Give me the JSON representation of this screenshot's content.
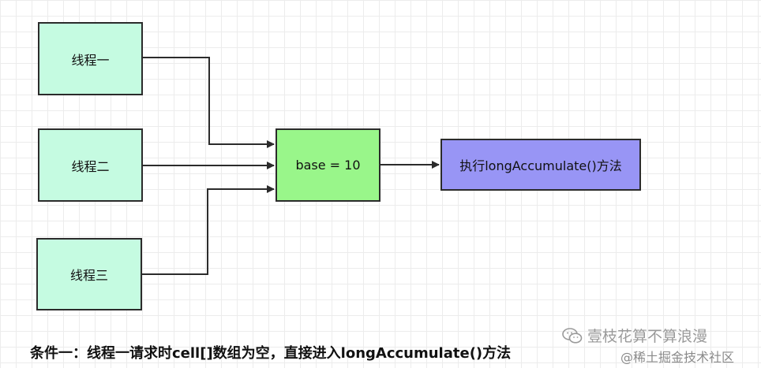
{
  "nodes": {
    "thread1": "线程一",
    "thread2": "线程二",
    "thread3": "线程三",
    "base": "base = 10",
    "exec": "执行longAccumulate()方法"
  },
  "caption": "条件一：线程一请求时cell[]数组为空，直接进入longAccumulate()方法",
  "watermark": {
    "wechat": "壹枝花算不算浪漫",
    "juejin": "@稀土掘金技术社区"
  },
  "colors": {
    "thread_fill": "#c5fbe1",
    "base_fill": "#99f68a",
    "exec_fill": "#9895f5"
  }
}
